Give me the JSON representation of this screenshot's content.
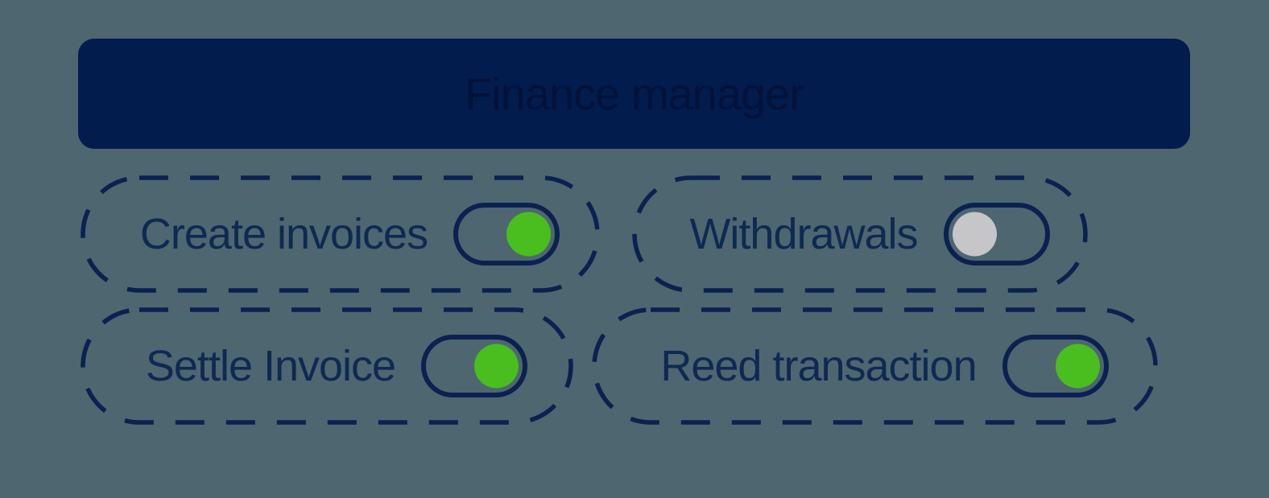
{
  "header": {
    "title": "Finance manager"
  },
  "toggles": [
    {
      "id": "create-invoices",
      "label": "Create invoices",
      "state": "on"
    },
    {
      "id": "withdrawals",
      "label": "Withdrawals",
      "state": "off"
    },
    {
      "id": "settle-invoice",
      "label": "Settle Invoice",
      "state": "on"
    },
    {
      "id": "reed-transaction",
      "label": "Reed transaction",
      "state": "on"
    }
  ],
  "colors": {
    "bg": "#4d6670",
    "navy": "#0b2150",
    "text": "#0e2a52",
    "header-bg": "#031c4e",
    "header-text": "#02123a",
    "green": "#49be1e",
    "gray": "#c6c5c7"
  }
}
